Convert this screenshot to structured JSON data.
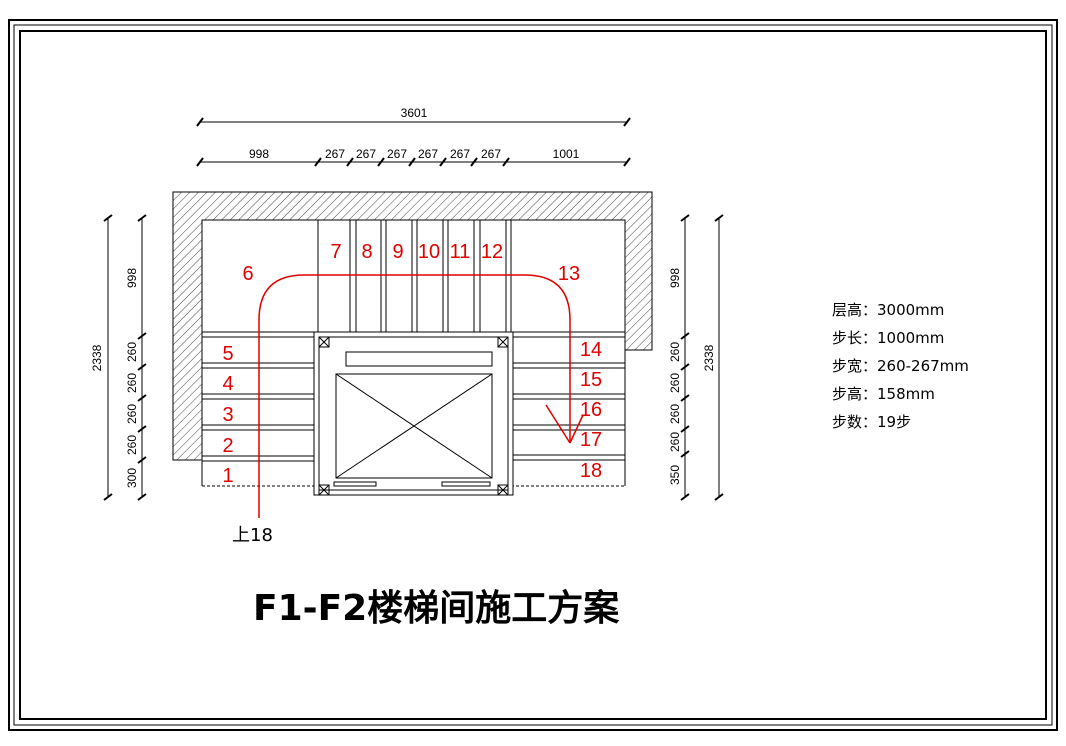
{
  "title": "F1-F2楼梯间施工方案",
  "up_label": "上18",
  "top_dimensions": {
    "total": "3601",
    "segments": [
      "998",
      "267",
      "267",
      "267",
      "267",
      "267",
      "267",
      "1001"
    ]
  },
  "left_dimensions": {
    "total": "2338",
    "segments": [
      "998",
      "260",
      "260",
      "260",
      "260",
      "300"
    ]
  },
  "right_dimensions": {
    "total": "2338",
    "segments": [
      "998",
      "260",
      "260",
      "260",
      "260",
      "350"
    ]
  },
  "steps": [
    "1",
    "2",
    "3",
    "4",
    "5",
    "6",
    "7",
    "8",
    "9",
    "10",
    "11",
    "12",
    "13",
    "14",
    "15",
    "16",
    "17",
    "18"
  ],
  "specs": [
    "层高：3000mm",
    "步长：1000mm",
    "步宽：260-267mm",
    "步高：158mm",
    "步数：19步"
  ],
  "colors": {
    "line": "#000000",
    "path": "#e00000",
    "hatch": "#555555"
  }
}
